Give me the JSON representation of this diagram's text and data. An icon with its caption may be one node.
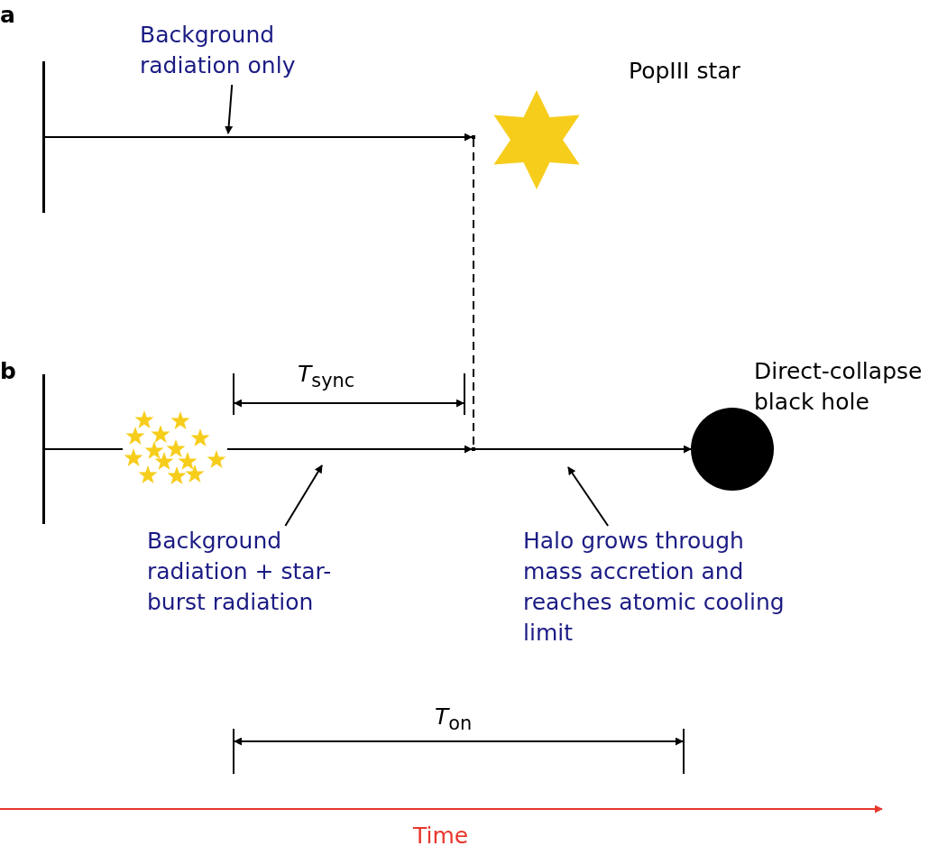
{
  "diagram": {
    "nodes": [
      {
        "text": [],
        "shape": "bar"
      },
      {
        "text": [],
        "shape": "point"
      },
      {
        "text": [
          "PopIII star"
        ]
      },
      {
        "text": [
          "Background radiation only"
        ]
      },
      {
        "text": [],
        "shape": "bar"
      },
      {
        "text": [],
        "shape": "star"
      },
      {
        "text": [],
        "shape": "point"
      },
      {
        "text": [
          "Direct-collapse black hole"
        ]
      },
      {
        "text": [
          "Background radiation + star-burst radiation"
        ]
      },
      {
        "text": [
          "Halo grows through mass accretion and reaches atomic cooling limit"
        ]
      }
    ],
    "edges": [
      {
        "from": 0,
        "to": 1,
        "arrow": "to"
      },
      {
        "from": 3,
        "to": null,
        "arrow": "to"
      },
      {
        "from": 1,
        "to": 6,
        "arrow": "none",
        "style": "dashed"
      },
      {
        "from": 4,
        "to": 5,
        "arrow": "none"
      },
      {
        "from": 5,
        "to": 6,
        "arrow": "to"
      },
      {
        "from": 6,
        "to": 7,
        "arrow": "to"
      },
      {
        "from": 8,
        "to": null,
        "arrow": "to"
      },
      {
        "from": 9,
        "to": null,
        "arrow": "to"
      }
    ],
    "labels": [
      "a",
      "*T*$_{sync}$",
      "b",
      "*T*$_{on}$",
      "Time"
    ]
  }
}
